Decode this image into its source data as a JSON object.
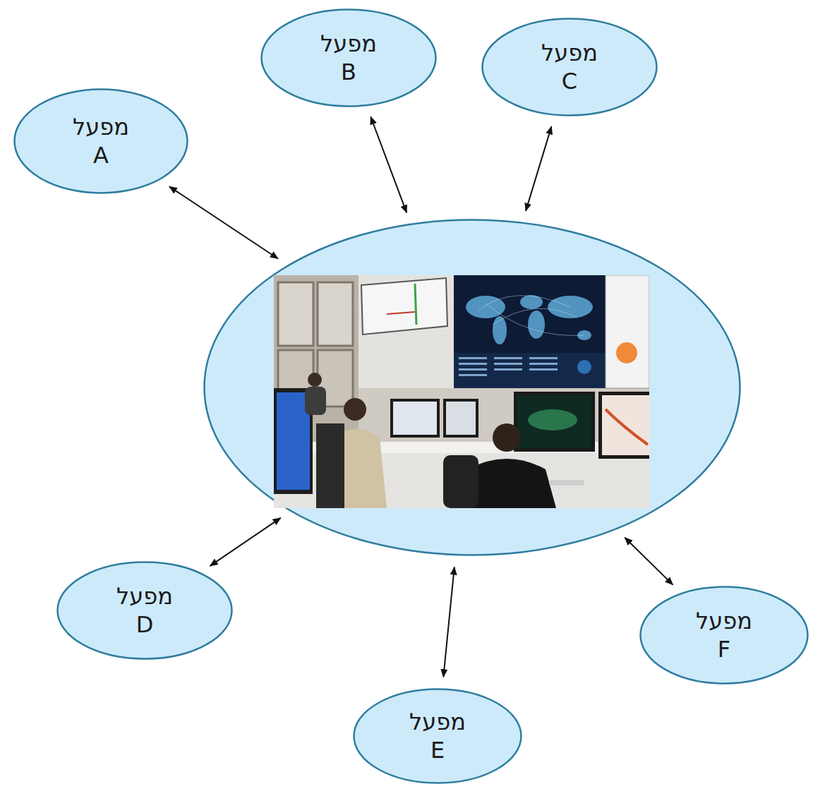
{
  "diagram": {
    "nodes": [
      {
        "text": [
          "מפעל A"
        ]
      },
      {
        "text": [
          "מפעל B"
        ]
      },
      {
        "text": [
          "מפעל C"
        ]
      },
      {
        "text": []
      },
      {
        "text": [
          "מפעל D"
        ]
      },
      {
        "text": [
          "מפעל E"
        ]
      },
      {
        "text": [
          "מפעל F"
        ]
      }
    ],
    "edges": [
      {
        "from": 0,
        "to": 3,
        "arrow": "both"
      },
      {
        "from": 1,
        "to": 3,
        "arrow": "both"
      },
      {
        "from": 2,
        "to": 3,
        "arrow": "both"
      },
      {
        "from": 4,
        "to": 3,
        "arrow": "both"
      },
      {
        "from": 5,
        "to": 3,
        "arrow": "both"
      },
      {
        "from": 6,
        "to": 3,
        "arrow": "both"
      }
    ]
  }
}
